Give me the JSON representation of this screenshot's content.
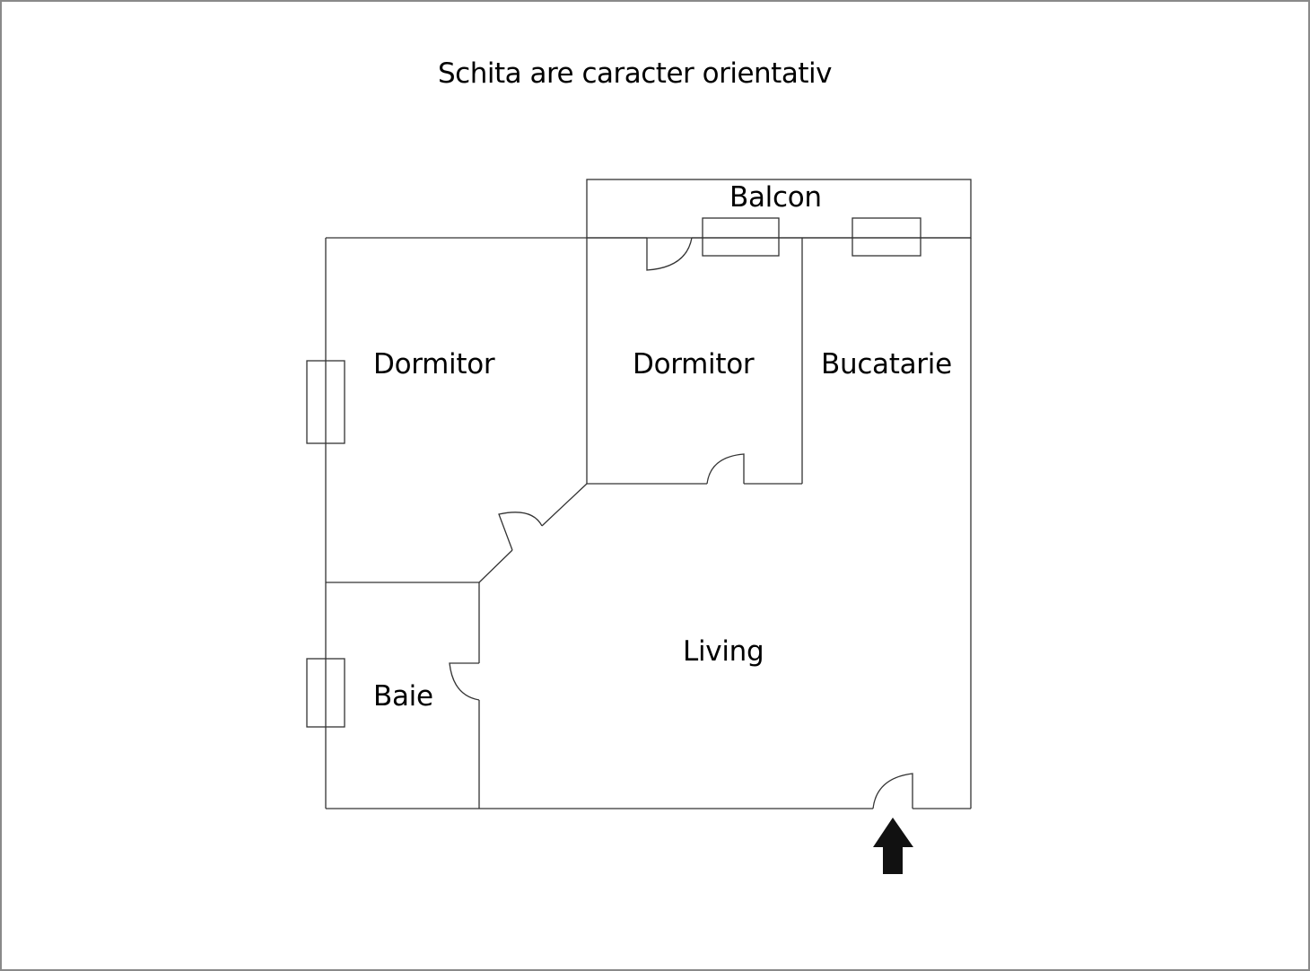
{
  "title": "Schita are caracter orientativ",
  "rooms": {
    "balcon": "Balcon",
    "dormitor_1": "Dormitor",
    "dormitor_2": "Dormitor",
    "bucatarie": "Bucatarie",
    "living": "Living",
    "baie": "Baie"
  },
  "icons": {
    "entrance_arrow": "arrow-up-icon"
  },
  "colors": {
    "wall": "#333333",
    "frame": "#8a8a8a",
    "arrow": "#111111"
  }
}
